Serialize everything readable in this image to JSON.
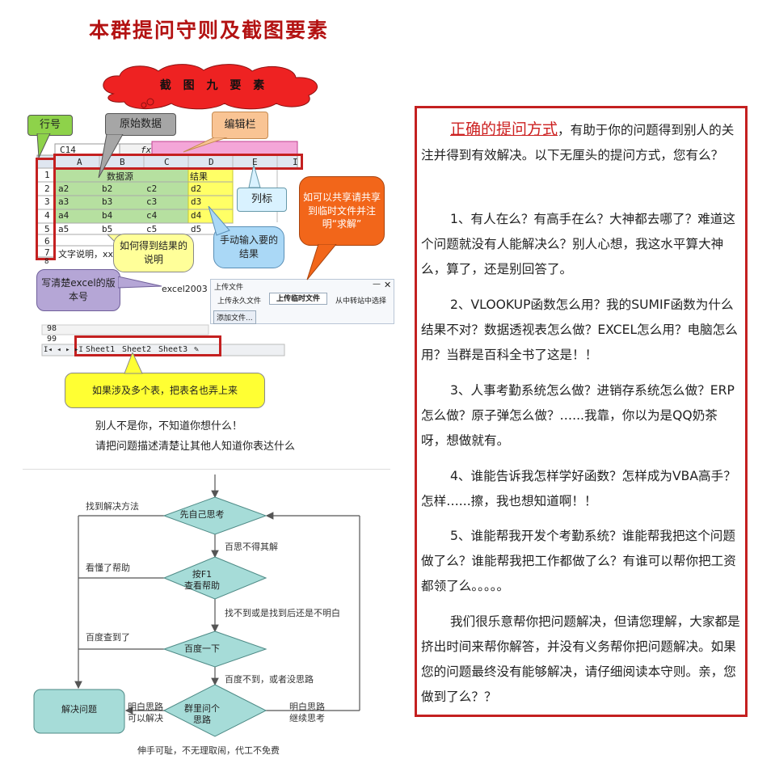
{
  "main_title": "本群提问守则及截图要素",
  "cloud_text": "截 图 九 要 素",
  "callouts": {
    "row_number": "行号",
    "raw_data": "原始数据",
    "edit_bar": "编辑栏",
    "column_header": "列标",
    "share_note": "如可以共享请共享到临时文件并注明“求解”",
    "how_note": "如何得到结果的说明",
    "manual_input": "手动输入要的结果",
    "version_note": "写清楚excel的版本号",
    "multi_sheet": "如果涉及多个表，把表名也弄上来"
  },
  "spreadsheet": {
    "name_box": "C14",
    "fx": "fx",
    "columns": [
      "A",
      "B",
      "C",
      "D",
      "E",
      "I"
    ],
    "row_numbers": [
      "1",
      "2",
      "3",
      "4",
      "5",
      "6",
      "7",
      "8"
    ],
    "header_row": {
      "b": "数据源",
      "d": "结果"
    },
    "rows": [
      [
        "a2",
        "b2",
        "c2",
        "d2"
      ],
      [
        "a3",
        "b3",
        "c3",
        "d3"
      ],
      [
        "a4",
        "b4",
        "c4",
        "d4"
      ],
      [
        "a5",
        "b5",
        "c5",
        "d5"
      ]
    ],
    "row7_text": "文字说明，xxxx",
    "version_label": "excel2003",
    "bottom_rows": [
      "98",
      "99"
    ],
    "sheet_nav": "I◂ ◂ ▸ ▸I",
    "sheets": [
      "Sheet1",
      "Sheet2",
      "Sheet3"
    ]
  },
  "upload_dialog": {
    "title": "上传文件",
    "tabs": [
      "上传永久文件",
      "上传临时文件",
      "从中转站中选择"
    ],
    "button": "添加文件..."
  },
  "caption_lines": [
    "别人不是你，不知道你想什么！",
    "请把问题描述清楚让其他人知道你表达什么"
  ],
  "flowchart": {
    "nodes": {
      "think": "先自己思考",
      "f1_line1": "按F1",
      "f1_line2": "查看帮助",
      "baidu": "百度一下",
      "group_line1": "群里问个",
      "group_line2": "思路",
      "solve": "解决问题"
    },
    "labels": {
      "found_method": "找到解决方法",
      "no_result": "百思不得其解",
      "understood_help": "看懂了帮助",
      "not_found": "找不到或是找到后还是不明白",
      "baidu_found": "百度查到了",
      "baidu_not": "百度不到，或者没思路",
      "clear_solve_1": "明白思路",
      "clear_solve_2": "可以解决",
      "clear_continue_1": "明白思路",
      "clear_continue_2": "继续思考"
    },
    "footer": "伸手可耻，不无理取闹，代工不免费"
  },
  "panel": {
    "intro_head": "正确的提问方式",
    "intro_rest": "，有助于你的问题得到别人的关注并得到有效解决。以下无厘头的提问方式，您有么？",
    "items": [
      "1、有人在么？有高手在么？大神都去哪了？难道这个问题就没有人能解决么？别人心想，我这水平算大神么，算了，还是别回答了。",
      "2、VLOOKUP函数怎么用？我的SUMIF函数为什么结果不对？数据透视表怎么做？EXCEL怎么用？电脑怎么用？当群是百科全书了这是！！",
      "3、人事考勤系统怎么做？进销存系统怎么做？ERP怎么做？原子弹怎么做？…...我靠，你以为是QQ奶茶呀，想做就有。",
      "4、谁能告诉我怎样学好函数？怎样成为VBA高手？怎样…...擦，我也想知道啊！！",
      "5、谁能帮我开发个考勤系统？谁能帮我把这个问题做了么？谁能帮我把工作都做了么？有谁可以帮你把工资都领了么。。。。。",
      "我们很乐意帮你把问题解决，但请您理解，大家都是挤出时间来帮你解答，并没有义务帮你把问题解决。如果您的问题最终没有能够解决，请仔细阅读本守则。亲，您做到了么？？"
    ]
  }
}
